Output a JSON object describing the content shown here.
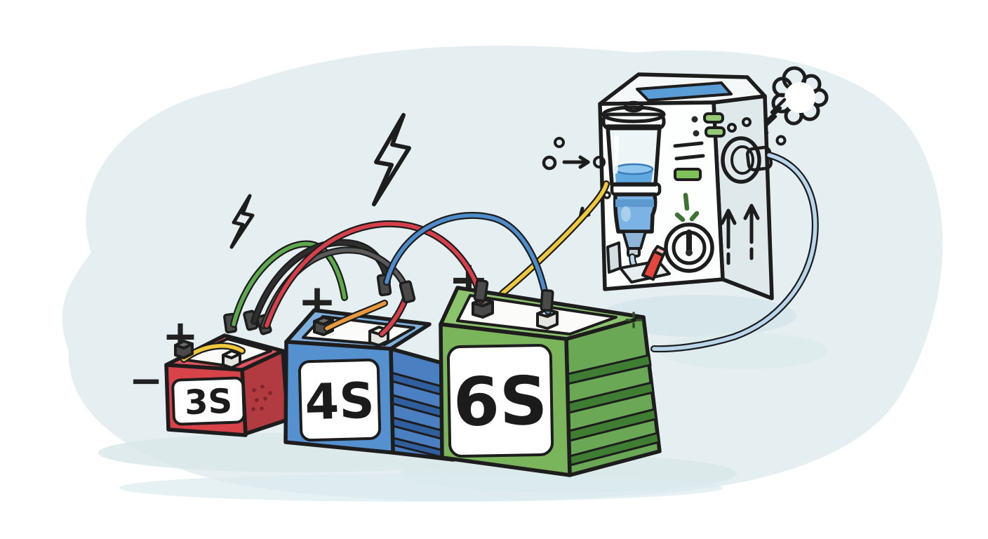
{
  "illustration": {
    "description": "Cartoon illustration of three LiPo battery packs wired to a balance charger with fluid container",
    "batteries": [
      {
        "label": "3S",
        "body_color": "#d8434a",
        "size": "small"
      },
      {
        "label": "4S",
        "body_color": "#5590cf",
        "size": "medium"
      },
      {
        "label": "6S",
        "body_color": "#7ab55c",
        "size": "large"
      }
    ],
    "symbols": {
      "plus": "+",
      "minus": "−"
    },
    "charger": {
      "body_color": "#ffffff",
      "side_color": "#dfe9ec",
      "screen_color": "#5b9dd6",
      "power_button_color": "#7cc25e",
      "indicator_color": "#94c977",
      "liquid_color": "#5fa8e0",
      "bottle_color": "#7ab3e4"
    },
    "wire_colors": {
      "green": "#5ea84e",
      "black": "#2e2e2e",
      "gray": "#5a5a5a",
      "red": "#d6404a",
      "orange": "#e89a3c",
      "yellow": "#f0c83c",
      "blue": "#4f8ccb",
      "tube": "#b9d6ec"
    },
    "background": {
      "canvas": "#ffffff",
      "wash": "#e5eff1",
      "shadow": "#d9e7ea"
    },
    "lightning_color": "#f6cf2f"
  }
}
